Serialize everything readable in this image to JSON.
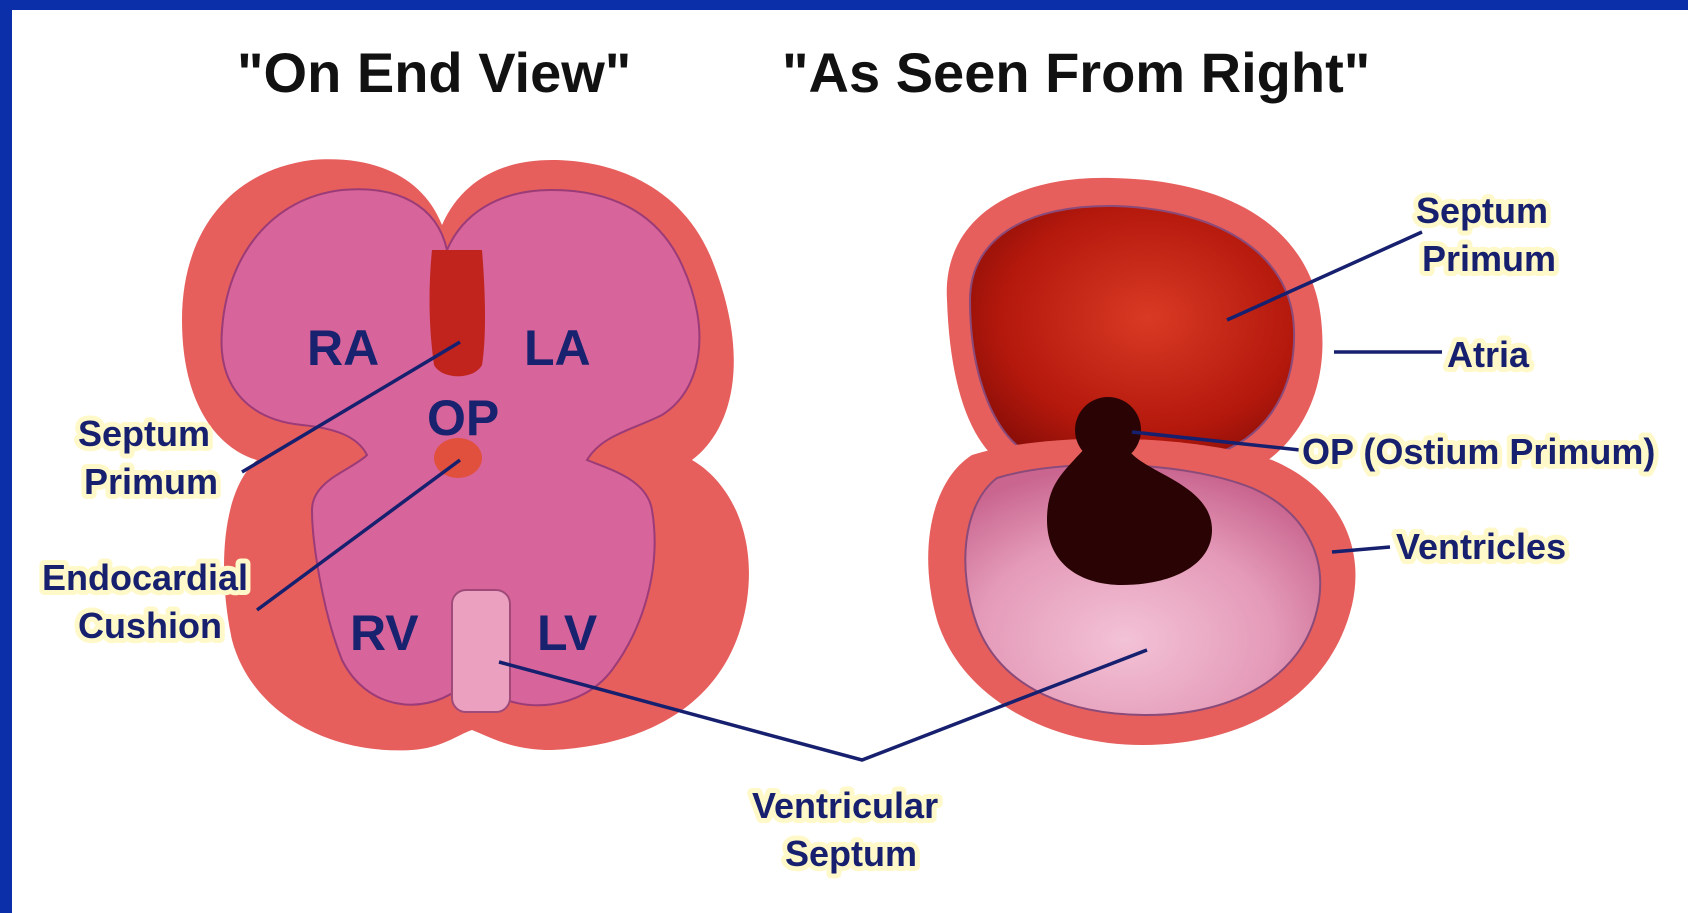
{
  "titles": {
    "left": "\"On End View\"",
    "right": "\"As Seen From Right\""
  },
  "left_view": {
    "chambers": {
      "ra": "RA",
      "la": "LA",
      "op": "OP",
      "rv": "RV",
      "lv": "LV"
    },
    "labels": {
      "septum_primum": [
        "Septum",
        "Primum"
      ],
      "endocardial_cushion": [
        "Endocardial",
        "Cushion"
      ]
    }
  },
  "right_view": {
    "labels": {
      "septum_primum": [
        "Septum",
        "Primum"
      ],
      "atria": "Atria",
      "op": "OP (Ostium Primum)",
      "ventricles": "Ventricles"
    }
  },
  "shared": {
    "ventricular_septum": [
      "Ventricular",
      "Septum"
    ]
  },
  "colors": {
    "border": "#0b2fa8",
    "outer_wall": "#e65f5d",
    "chamber_fill": "#d7649a",
    "septum": "#c0241d",
    "atria_dark": "#b0180c",
    "ostium": "#2a0404",
    "label_text": "#16206e"
  }
}
